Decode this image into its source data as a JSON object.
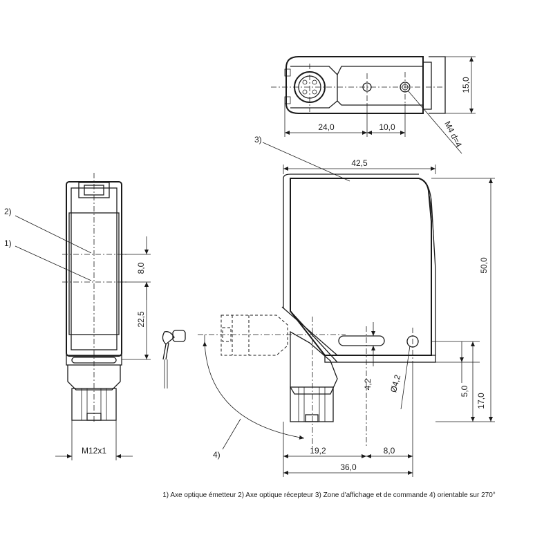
{
  "dimensions": {
    "top_height": "15,0",
    "top_left_width": "24,0",
    "top_right_width": "10,0",
    "thread_hole": "M4 d=4",
    "width_total_top": "42,5",
    "height_total": "50,0",
    "axis_spacing": "8,0",
    "axis_height": "22,5",
    "connector_thread": "M12x1",
    "slot_height": "4,2",
    "hole_diameter": "Ø4,2",
    "hole_height": "5,0",
    "axis_from_bottom": "17,0",
    "conn_offset": "19,2",
    "hole_spacing": "8,0",
    "width_bottom": "36,0"
  },
  "callouts": {
    "c1": "1)",
    "c2": "2)",
    "c3": "3)",
    "c4": "4)"
  },
  "legend": {
    "text": "1) Axe optique émetteur  2) Axe optique récepteur  3) Zone d'affichage et de commande  4) orientable sur 270°"
  }
}
